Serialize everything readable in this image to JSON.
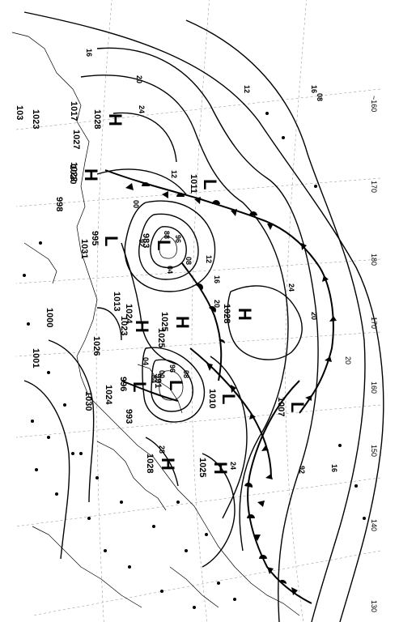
{
  "map": {
    "rotation_deg": 90,
    "systems": [
      {
        "id": "h-1028-north",
        "type": "H",
        "pressure": "1028"
      },
      {
        "id": "h-1020",
        "type": "H",
        "pressure": "1020"
      },
      {
        "id": "h-1028-center",
        "type": "H",
        "pressure": "1028"
      },
      {
        "id": "h-1025-right",
        "type": "H",
        "pressure": "1025"
      },
      {
        "id": "h-1023",
        "type": "H",
        "pressure": "1023"
      },
      {
        "id": "h-1025-south",
        "type": "H",
        "pressure": "1025"
      },
      {
        "id": "h-1028-south",
        "type": "H",
        "pressure": "1028"
      },
      {
        "id": "l-983",
        "type": "L",
        "pressure": "983"
      },
      {
        "id": "l-995",
        "type": "L",
        "pressure": "995"
      },
      {
        "id": "l-991",
        "type": "L",
        "pressure": "991"
      },
      {
        "id": "l-996",
        "type": "L",
        "pressure": "996"
      },
      {
        "id": "l-1010",
        "type": "L",
        "pressure": "1010"
      },
      {
        "id": "l-1007",
        "type": "L",
        "pressure": "1007"
      },
      {
        "id": "l-1011",
        "type": "L",
        "pressure": "1011"
      }
    ],
    "other_labels": [
      "1031",
      "1000",
      "1001",
      "1030",
      "1024",
      "1026",
      "993",
      "1013",
      "998",
      "1017",
      "1023",
      "1027",
      "1022",
      "1024",
      "1025",
      "103"
    ],
    "contour_labels": [
      "08",
      "12",
      "16",
      "20",
      "24",
      "24",
      "20",
      "16",
      "12",
      "08",
      "04",
      "00",
      "96",
      "92",
      "88",
      "84",
      "04",
      "08",
      "00",
      "96",
      "92",
      "16",
      "12",
      "16",
      "20",
      "24",
      "28"
    ],
    "longitude_labels": [
      "~160",
      "170",
      "180",
      "170",
      "160",
      "150",
      "140",
      "130"
    ],
    "latitude_labels": [
      "20"
    ],
    "colors": {
      "background": "#ffffff",
      "ink": "#000000",
      "graticule": "#8a8a8a"
    }
  }
}
